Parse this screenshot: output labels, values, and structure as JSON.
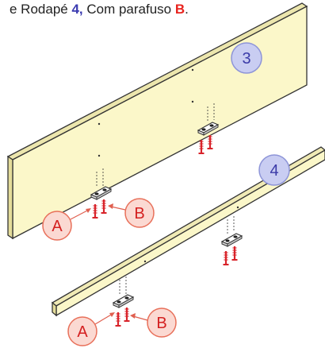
{
  "caption": {
    "prefix": "e Rodapé ",
    "part_ref": "4,",
    "middle": " Com parafuso ",
    "screw_ref": "B",
    "suffix": "."
  },
  "labels": {
    "panel_number": "3",
    "rail_number": "4",
    "callout_a": "A",
    "callout_b": "B"
  },
  "colors": {
    "panel_fill": "#fbf7c9",
    "edge_fill": "#e4dc9a",
    "outline": "#333333",
    "part_badge": "#c9cdf2",
    "callout_fill": "#fbd9d2",
    "callout_stroke": "#e8705a",
    "screw": "#d8232a",
    "caption_highlight_part": "#3a3ab0",
    "caption_highlight_screw": "#e8231e"
  }
}
